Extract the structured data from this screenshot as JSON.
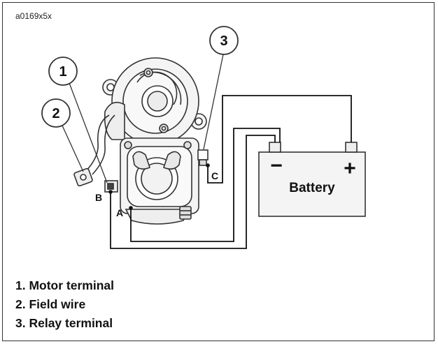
{
  "figure_code": "a0169x5x",
  "callouts": [
    "1",
    "2",
    "3"
  ],
  "terminal_labels": {
    "a": "A",
    "b": "B",
    "c": "C"
  },
  "battery": {
    "label": "Battery",
    "negative": "−",
    "positive": "+"
  },
  "legend": [
    "1. Motor terminal",
    "2. Field wire",
    "3. Relay terminal"
  ],
  "colors": {
    "line": "#111111",
    "part_fill": "#f2f2f2",
    "part_stroke": "#333333"
  }
}
